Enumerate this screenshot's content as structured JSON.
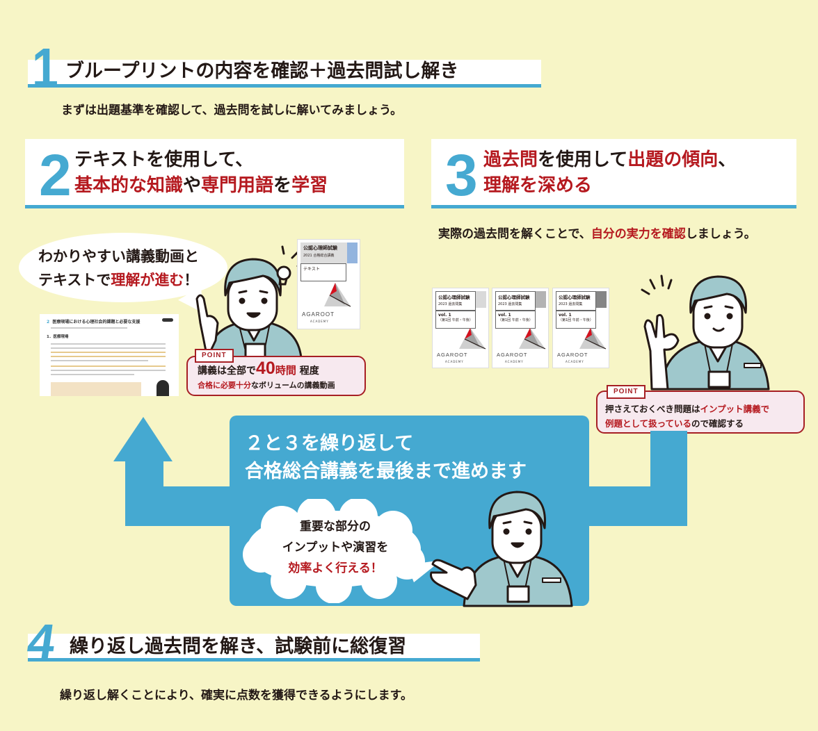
{
  "colors": {
    "background": "#f7f5c6",
    "accent_blue": "#45a9d1",
    "accent_red": "#b5191f",
    "point_border": "#a61f24"
  },
  "step1": {
    "number": "1",
    "title": "ブループリントの内容を確認＋過去問試し解き",
    "description": "まずは出題基準を確認して、過去問を試しに解いてみましょう。"
  },
  "step2": {
    "number": "2",
    "title_line1": "テキストを使用して、",
    "title_line2": [
      {
        "text": "基本的な知識",
        "red": true
      },
      {
        "text": "や",
        "red": false
      },
      {
        "text": "専門用語",
        "red": true
      },
      {
        "text": "を",
        "red": false
      },
      {
        "text": "学習",
        "red": true
      }
    ],
    "bubble_line1": "わかりやすい講義動画と",
    "bubble_line2_prefix": "テキストで",
    "bubble_line2_red": "理解が進む",
    "bubble_line2_suffix": "！",
    "lecture_slide": {
      "number": "2",
      "heading": "医療現場における心理社会的課題と必要な支援",
      "subheading": "1．医療現場"
    },
    "textbook": {
      "title": "公認心理師試験",
      "subtitle": "2021 合格総合講義",
      "box_label": "テキスト",
      "brand": "AGAROOT",
      "brand_sub": "ACADEMY"
    },
    "point": {
      "tag": "POINT",
      "line1_prefix": "講義は全部で",
      "line1_number": "40",
      "line1_unit": "時間",
      "line1_suffix": "程度",
      "line2_red": "合格に必要十分",
      "line2_suffix": "なボリュームの講義動画"
    }
  },
  "step3": {
    "number": "3",
    "title_line1": [
      {
        "text": "過去問",
        "red": true
      },
      {
        "text": "を使用して",
        "red": false
      },
      {
        "text": "出題の傾向",
        "red": true
      },
      {
        "text": "、",
        "red": false
      }
    ],
    "title_line2": "理解を深める",
    "description_prefix": "実際の過去問を解くことで、",
    "description_red": "自分の実力を確認",
    "description_suffix": "しましょう。",
    "books": [
      {
        "title": "公認心理師試験",
        "subtitle": "2023 過去問集",
        "vol": "vol. 1",
        "range": "（第1回 午前・午後）",
        "brand": "AGAROOT",
        "brand_sub": "ACADEMY",
        "tab_color": "#d9d9d9"
      },
      {
        "title": "公認心理師試験",
        "subtitle": "2023 過去問集",
        "vol": "vol. 1",
        "range": "（第1回 午前・午後）",
        "brand": "AGAROOT",
        "brand_sub": "ACADEMY",
        "tab_color": "#b3b3b3"
      },
      {
        "title": "公認心理師試験",
        "subtitle": "2023 過去問集",
        "vol": "vol. 1",
        "range": "（第1回 午前・午後）",
        "brand": "AGAROOT",
        "brand_sub": "ACADEMY",
        "tab_color": "#858585"
      }
    ],
    "point": {
      "tag": "POINT",
      "line1_prefix": "押さえておくべき問題は",
      "line1_red": "インプット講義で",
      "line2_red": "例題として扱っている",
      "line2_suffix": "ので確認する"
    }
  },
  "repeat": {
    "line1": "２と３を繰り返して",
    "line2": "合格総合講義を最後まで進めます",
    "cloud_line1": "重要な部分の",
    "cloud_line2": "インプットや演習を",
    "cloud_line3": "効率よく行える！"
  },
  "step4": {
    "number": "4",
    "title": "繰り返し過去問を解き、試験前に総復習",
    "description": "繰り返し解くことにより、確実に点数を獲得できるようにします。"
  }
}
